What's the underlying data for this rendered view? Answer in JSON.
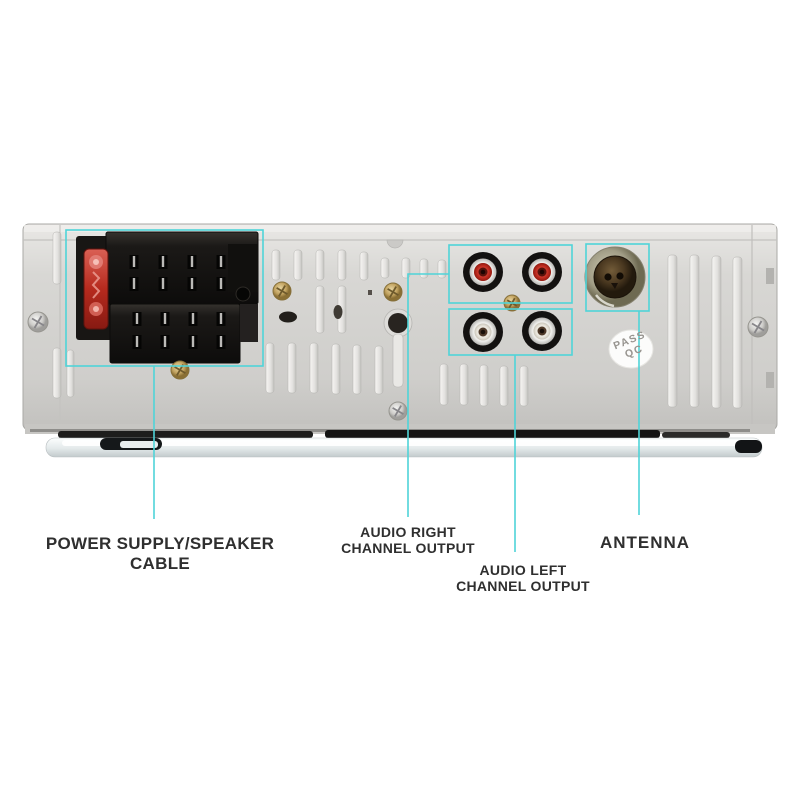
{
  "labels": {
    "power": "POWER SUPPLY/SPEAKER CABLE",
    "audio_right_line1": "AUDIO RIGHT",
    "audio_right_line2": "CHANNEL OUTPUT",
    "audio_left_line1": "AUDIO LEFT",
    "audio_left_line2": "CHANNEL OUTPUT",
    "antenna": "ANTENNA"
  },
  "sticker": {
    "line1": "PASS",
    "line2": "QC"
  },
  "colors": {
    "callout": "#4fd4d8",
    "label": "#2f2f2f",
    "chassis": "#d6d5d2",
    "connector_black": "#1a1816",
    "fuse_red": "#c0392e",
    "rca_red": "#cc3a2e",
    "rca_white": "#efece6",
    "antenna_ring": "#a39f88",
    "background": "#ffffff"
  }
}
